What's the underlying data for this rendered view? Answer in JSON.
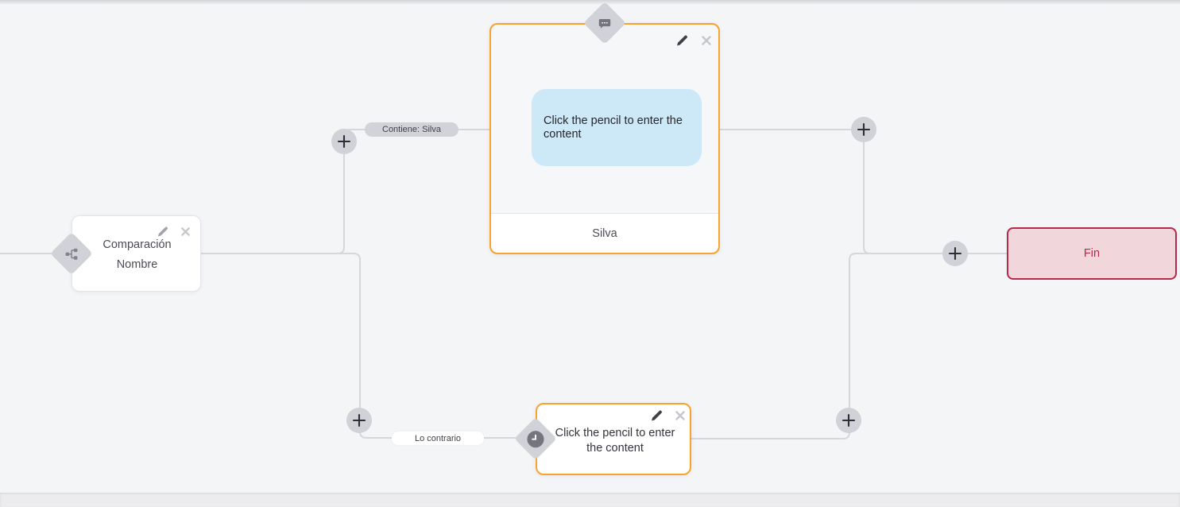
{
  "nodes": {
    "condition": {
      "line1": "Comparación",
      "line2": "Nombre"
    },
    "message": {
      "bubble_text": "Click the pencil to enter the content",
      "footer_label": "Silva"
    },
    "clock_node": {
      "placeholder": "Click the pencil to enter the content"
    },
    "end": {
      "label": "Fin"
    }
  },
  "edges": {
    "contains_label": "Contiene: Silva",
    "otherwise_label": "Lo contrario"
  },
  "icons": {
    "condition_diamond": "branch-split-icon",
    "message_diamond": "chat-bubble-icon",
    "clock_diamond": "clock-icon",
    "edit": "pencil-icon",
    "delete": "close-icon",
    "add": "plus-icon"
  },
  "colors": {
    "canvas_bg": "#f4f5f7",
    "accent_orange": "#f8a230",
    "accent_red": "#b5294b",
    "end_fill": "#f1d6dc",
    "bubble_blue": "#cde8f6",
    "edge_gray": "#d6d7db",
    "pill_gray": "#d2d3d8"
  }
}
